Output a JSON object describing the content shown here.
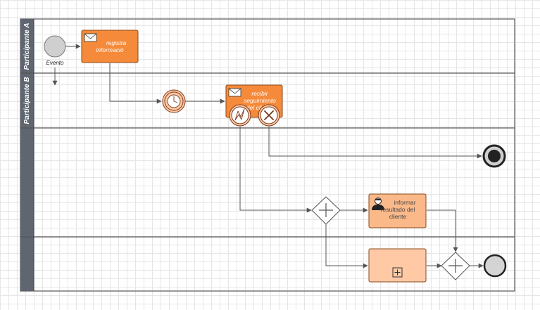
{
  "lanes": [
    {
      "label": "Participante A"
    },
    {
      "label": "Participante B"
    },
    {
      "label": ""
    },
    {
      "label": ""
    }
  ],
  "start_event": {
    "label": "Evento"
  },
  "tasks": {
    "registra": {
      "lines": [
        "registra",
        "informació"
      ]
    },
    "recibir": {
      "lines": [
        "recibir",
        "seguimiento",
        "del cliente"
      ]
    },
    "informar": {
      "lines": [
        "informar",
        "resultado del",
        "cliente"
      ]
    }
  },
  "colors": {
    "pool_header": "#5f6670",
    "task_orange": "#f58a3a",
    "task_light": "#fbb98a",
    "task_lighter": "#ffc9a6",
    "event_grey": "#cfcfcf"
  },
  "icons": [
    "envelope-icon",
    "timer-icon",
    "user-icon",
    "subprocess-plus-icon",
    "lightning-icon",
    "cancel-icon",
    "parallel-gateway-icon"
  ]
}
